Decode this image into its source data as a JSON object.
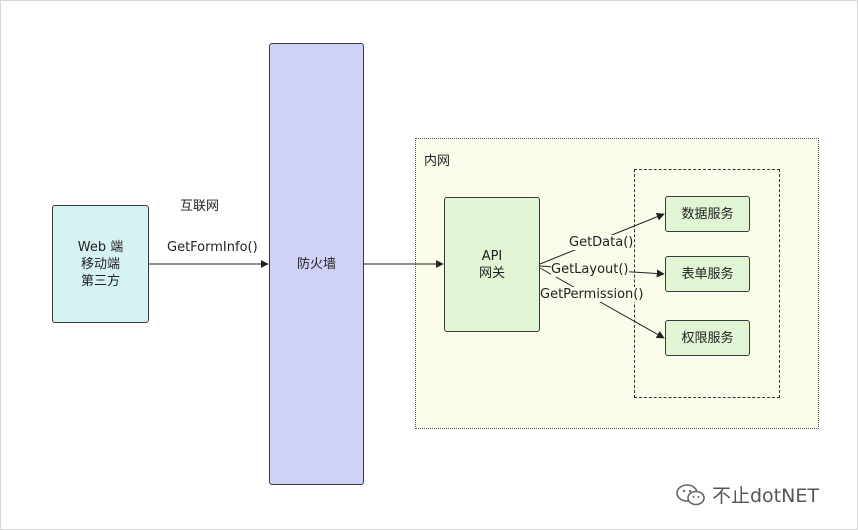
{
  "nodes": {
    "client": {
      "lines": [
        "Web 端",
        "移动端",
        "第三方"
      ]
    },
    "firewall": {
      "label": "防火墙"
    },
    "intranet": {
      "label": "内网"
    },
    "gateway": {
      "lines": [
        "API",
        "网关"
      ]
    },
    "services": [
      "数据服务",
      "表单服务",
      "权限服务"
    ]
  },
  "edges": {
    "internet_label": "互联网",
    "client_to_firewall": "GetFormInfo()",
    "to_data": "GetData()",
    "to_form": "GetLayout()",
    "to_permission": "GetPermission()"
  },
  "watermark": {
    "text": "不止dotNET",
    "icon": "wechat-icon"
  },
  "colors": {
    "client": "#d6f3f3",
    "firewall": "#cfd1f7",
    "intranet": "#fbfbea",
    "service": "#e1f4d4"
  }
}
